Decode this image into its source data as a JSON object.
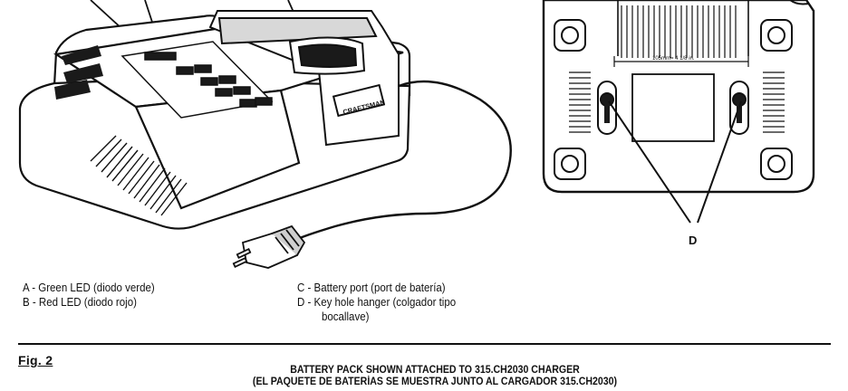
{
  "legend": {
    "a": "A - Green LED (diodo verde)",
    "b": "B - Red LED (diodo rojo)",
    "c": "C - Battery port (port de batería)",
    "d_line1": "D - Key hole hanger (colgador tipo",
    "d_line2": "bocallave)"
  },
  "figure": {
    "label": "Fig. 2",
    "caption_line1": "BATTERY PACK SHOWN ATTACHED TO 315.CH2030 CHARGER",
    "caption_line2": "(EL PAQUETE DE BATERÍAS SE MUESTRA JUNTO AL CARGADOR 315.CH2030)"
  },
  "illustration": {
    "brand_label": "CRAFTSMAN",
    "dimension_label": "105mm= 4 1/8 in.",
    "callout_d": "D"
  }
}
